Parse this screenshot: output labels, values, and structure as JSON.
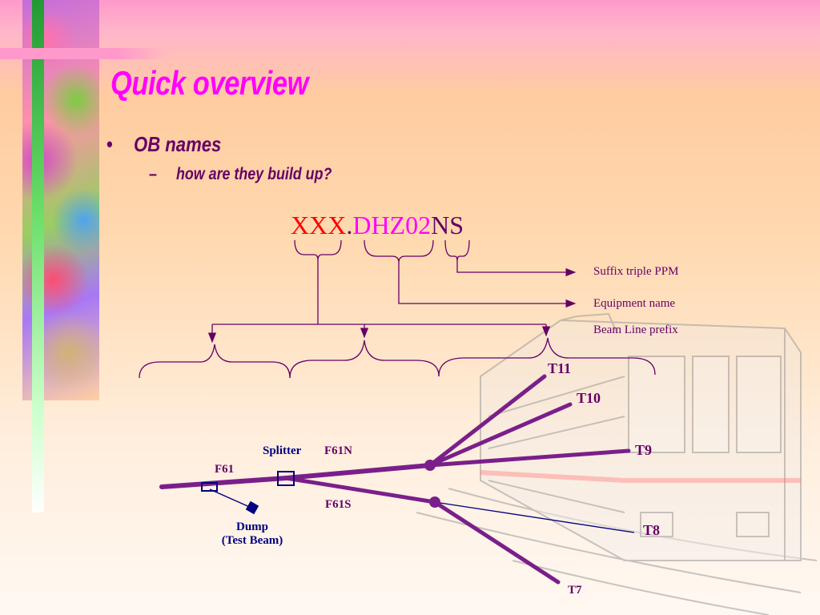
{
  "title": "Quick overview",
  "bullets": [
    {
      "text": "OB names",
      "sub": "how are they build up?"
    }
  ],
  "ob_name": {
    "part1": "XXX",
    "dot": ".",
    "part2": "DHZ02",
    "part3": "NS"
  },
  "legend": {
    "suffix": "Suffix triple PPM",
    "equipment": "Equipment name",
    "beamline": "Beam Line prefix"
  },
  "beam_labels": {
    "t11": "T11",
    "t10": "T10",
    "t9": "T9",
    "t8": "T8",
    "t7": "T7",
    "f61": "F61",
    "f61n": "F61N",
    "f61s": "F61S",
    "splitter": "Splitter",
    "dump_line1": "Dump",
    "dump_line2": "(Test Beam)"
  },
  "colors": {
    "title": "#ff00ff",
    "text": "#660066",
    "beam": "#7a1f8a",
    "navy": "#000080"
  }
}
